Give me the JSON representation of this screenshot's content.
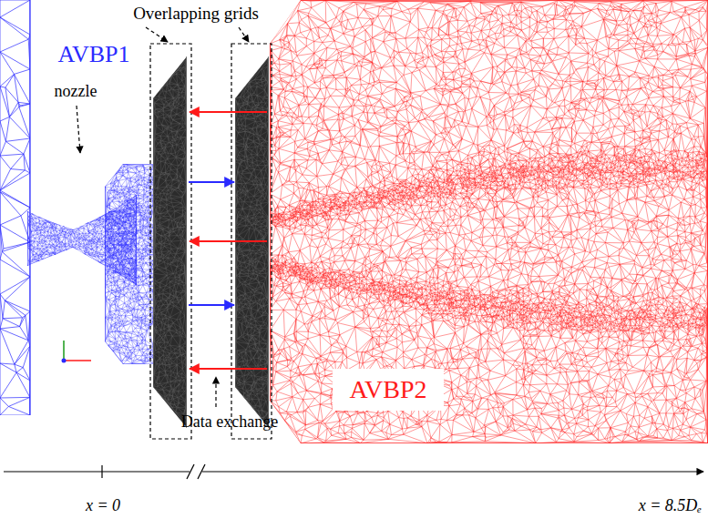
{
  "diagram": {
    "nodes": [
      {
        "text": [
          "AVBP2"
        ]
      }
    ],
    "labels": [
      "Overlapping grids",
      "AVBP1",
      "nozzle",
      "Data exchange",
      "x = 0",
      "x = 8.5Dₑ"
    ]
  }
}
